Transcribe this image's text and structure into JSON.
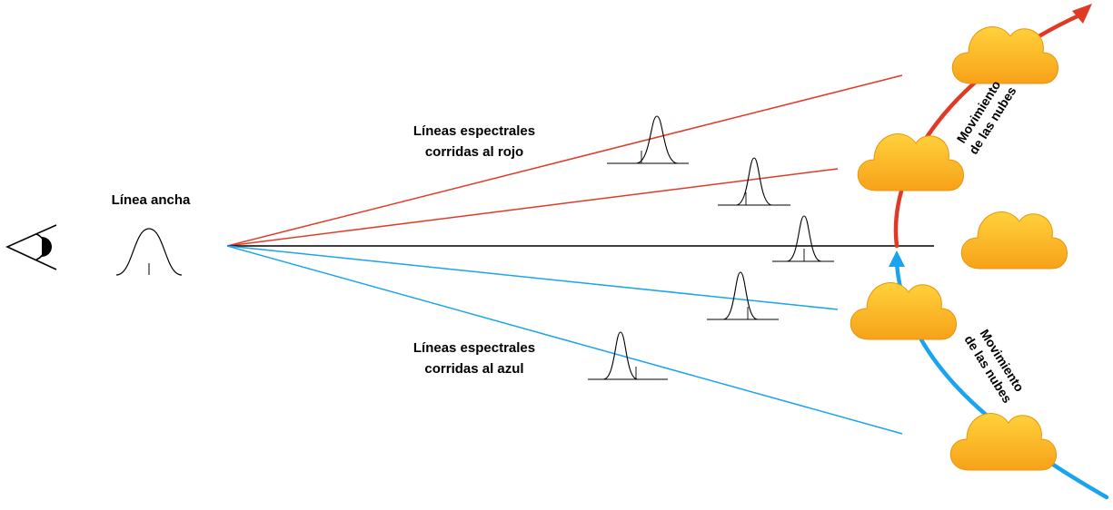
{
  "labels": {
    "broad_line": "Línea ancha",
    "redshift_line1": "Líneas espectrales",
    "redshift_line2": "corridas al rojo",
    "blueshift_line1": "Líneas espectrales",
    "blueshift_line2": "corridas al azul",
    "motion_top_line1": "Movimiento",
    "motion_top_line2": "de las nubes",
    "motion_bottom_line1": "Movimiento",
    "motion_bottom_line2": "de las nubes"
  },
  "icons": {
    "observer": "eye-icon",
    "cloud": "cloud-icon"
  },
  "colors": {
    "red": "#e03a26",
    "blue": "#1aa3ef",
    "black": "#000000",
    "cloud_top": "#ffd23a",
    "cloud_bottom": "#f7a21a",
    "cloud_edge": "#e8940c"
  }
}
